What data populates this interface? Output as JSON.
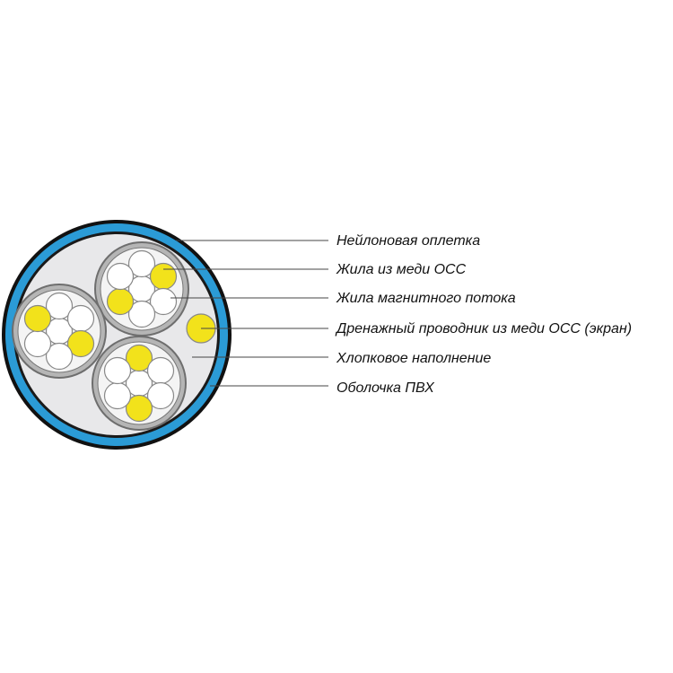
{
  "diagram": {
    "labels": [
      {
        "key": "nylon",
        "text": "Нейлоновая оплетка"
      },
      {
        "key": "copper_core",
        "text": "Жила из меди ОСС"
      },
      {
        "key": "magnetic_core",
        "text": "Жила магнитного потока"
      },
      {
        "key": "drain",
        "text": "Дренажный проводник из меди ОСС (экран)"
      },
      {
        "key": "cotton",
        "text": "Хлопковое наполнение"
      },
      {
        "key": "jacket",
        "text": "Оболочка ПВХ"
      }
    ],
    "colors": {
      "outer_black": "#111111",
      "jacket_blue": "#2b9bd6",
      "filler_gray": "#e8e8ea",
      "inner_ring": "#9a9a9a",
      "copper_yellow": "#f2e21b",
      "magnetic_white": "#ffffff",
      "leader_line": "#444444"
    }
  }
}
